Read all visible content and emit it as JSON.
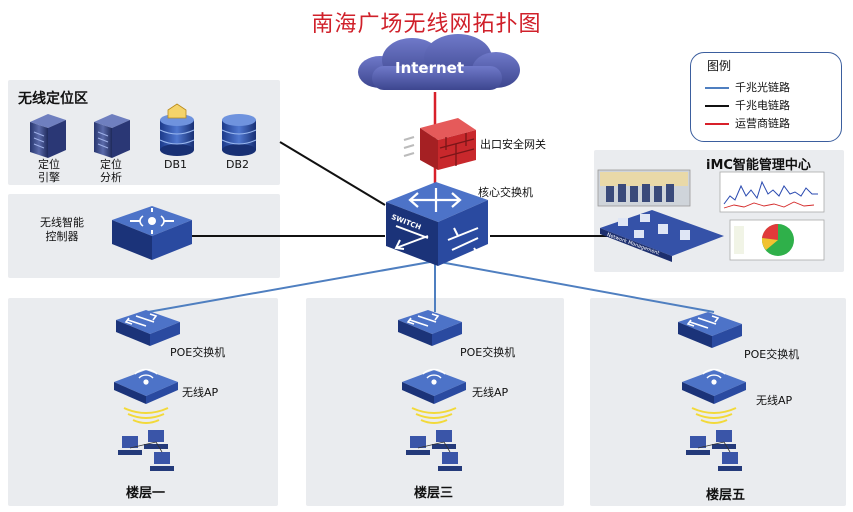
{
  "title": "南海广场无线网拓扑图",
  "colors": {
    "fiber": "#4f7fc0",
    "copper": "#111111",
    "isp": "#d8202a",
    "panel": "#eaecef"
  },
  "legend": {
    "heading": "图例",
    "items": [
      {
        "label": "千兆光链路",
        "color": "#4f7fc0"
      },
      {
        "label": "千兆电链路",
        "color": "#111111"
      },
      {
        "label": "运营商链路",
        "color": "#d8202a"
      }
    ]
  },
  "internet": {
    "label": "Internet"
  },
  "firewall": {
    "label": "出口安全网关"
  },
  "core_switch": {
    "label": "核心交换机",
    "face_text": "SWITCH"
  },
  "location_zone": {
    "title": "无线定位区",
    "servers": [
      {
        "label": "定位\n引擎",
        "icon": "server-tower"
      },
      {
        "label": "定位\n分析",
        "icon": "server-tower"
      },
      {
        "label": "DB1",
        "icon": "database"
      },
      {
        "label": "DB2",
        "icon": "database"
      }
    ]
  },
  "controller": {
    "label": "无线智能\n控制器"
  },
  "imc": {
    "title": "iMC智能管理中心",
    "platform_text": "Network Management"
  },
  "floors": [
    {
      "name": "楼层一",
      "switch_label": "POE交换机",
      "ap_label": "无线AP"
    },
    {
      "name": "楼层三",
      "switch_label": "POE交换机",
      "ap_label": "无线AP"
    },
    {
      "name": "楼层五",
      "switch_label": "POE交换机",
      "ap_label": "无线AP"
    }
  ]
}
